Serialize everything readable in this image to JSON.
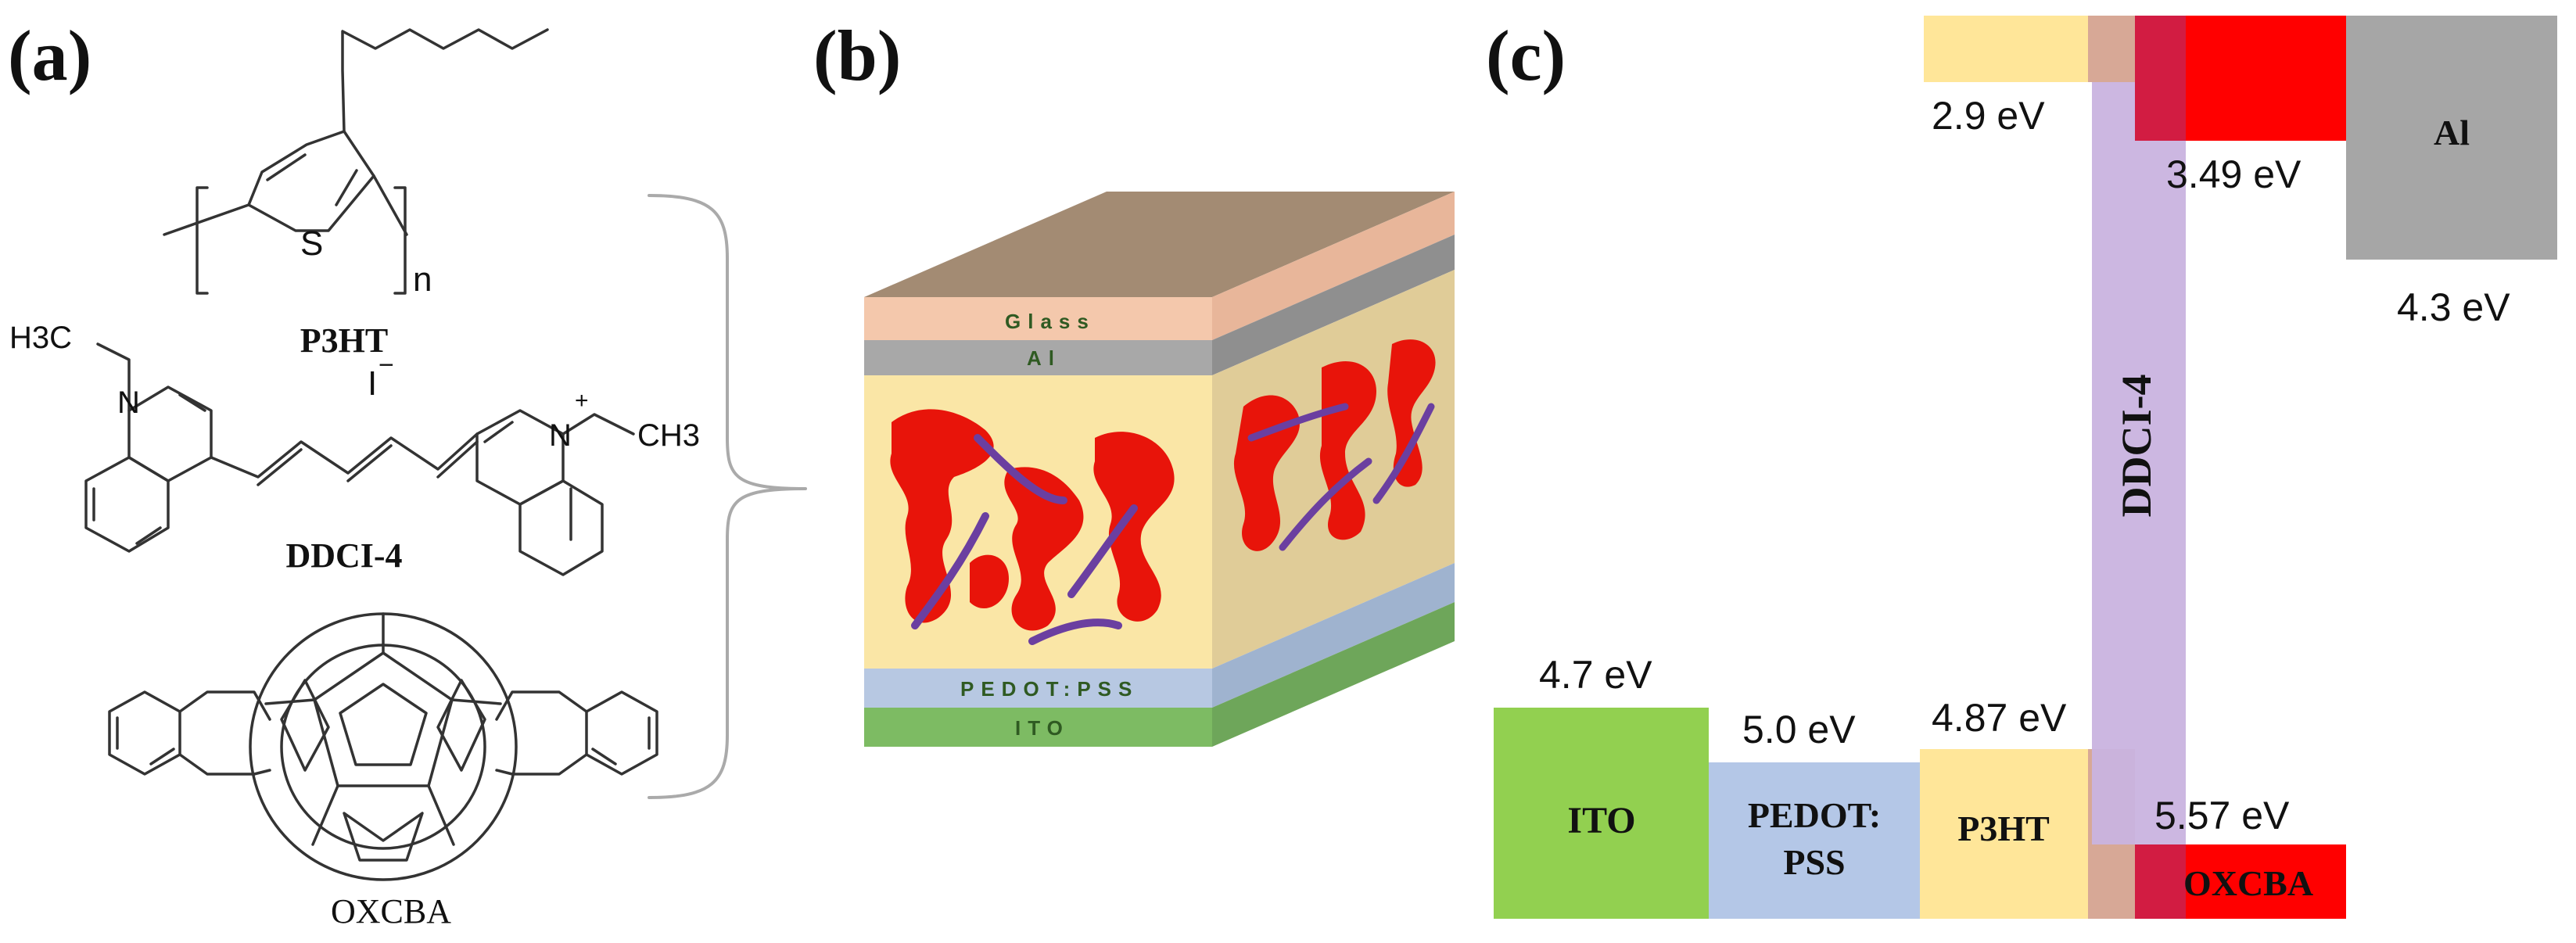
{
  "panels": {
    "a": "(a)",
    "b": "(b)",
    "c": "(c)"
  },
  "molecules": {
    "p3ht": {
      "name": "P3HT",
      "sulfur": "S",
      "repeat_n": "n"
    },
    "ddci4": {
      "name": "DDCI-4",
      "n_left": "N",
      "n_right": "N",
      "ch3_left": "H3C",
      "ch3_right": "CH3",
      "iodide": "I",
      "minus": "−",
      "plus": "+"
    },
    "oxcba": {
      "name": "OXCBA"
    }
  },
  "device_layers": {
    "glass": "Glass",
    "al": "Al",
    "pedot": "PEDOT:PSS",
    "ito": "ITO"
  },
  "energy_diagram": {
    "levels": {
      "ito": "4.7 eV",
      "pedot": "5.0 eV",
      "p3ht_homo": "4.87 eV",
      "oxcba_lumo_label": "5.57 eV",
      "p3ht_lumo": "2.9 eV",
      "oxcba_lumo": "3.49 eV",
      "al": "4.3 eV"
    },
    "boxes": {
      "ito": "ITO",
      "pedot_line1": "PEDOT:",
      "pedot_line2": "PSS",
      "p3ht": "P3HT",
      "oxcba": "OXCBA",
      "al": "Al",
      "ddci4": "DDCI-4"
    },
    "colors": {
      "ito": "#92d050",
      "pedot": "#b4c7e7",
      "p3ht": "#ffe699",
      "oxcba": "#ff0000",
      "al": "#a6a6a6",
      "ddci4": "#c9b3df"
    }
  }
}
